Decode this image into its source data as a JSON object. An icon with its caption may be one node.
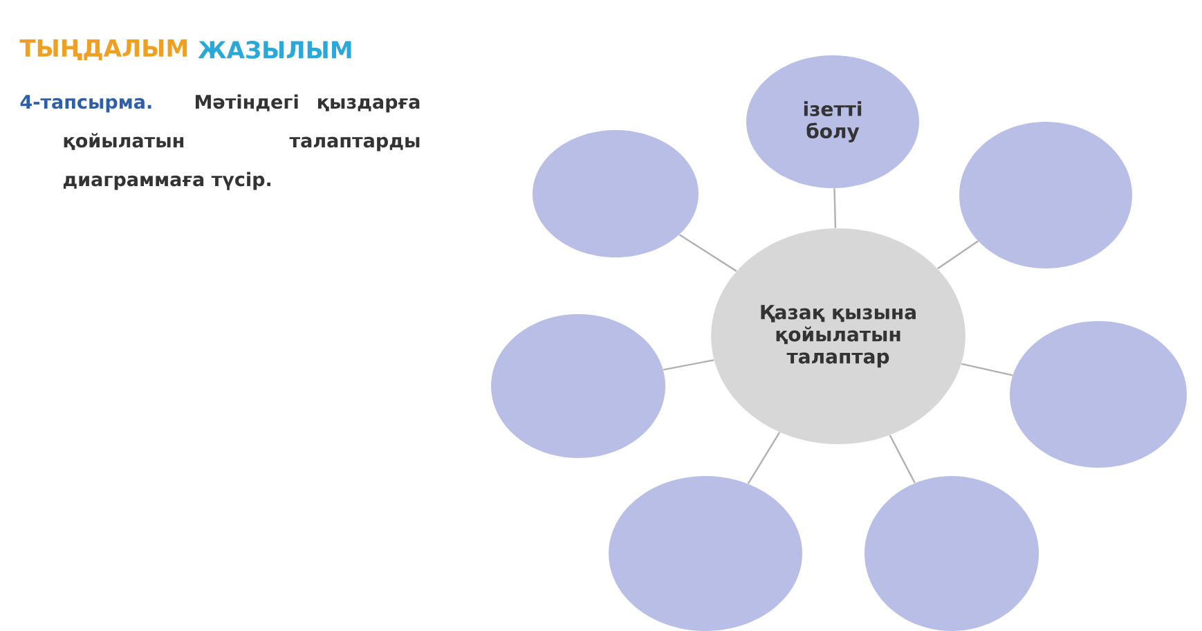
{
  "diagram": {
    "nodes": [
      {
        "text": [
          "ізетті болу"
        ]
      },
      {
        "text": [],
        "shape": "circle"
      },
      {
        "text": [],
        "shape": "circle"
      },
      {
        "text": [
          "Қазақ қызына қойылатын талаптар"
        ]
      },
      {
        "text": [],
        "shape": "circle"
      },
      {
        "text": [],
        "shape": "circle"
      },
      {
        "text": [],
        "shape": "circle"
      },
      {
        "text": [],
        "shape": "circle"
      }
    ],
    "edges": [
      {
        "from": 3,
        "to": 0,
        "arrow": "none"
      },
      {
        "from": 3,
        "to": 1,
        "arrow": "none"
      },
      {
        "from": 3,
        "to": 2,
        "arrow": "none"
      },
      {
        "from": 3,
        "to": 4,
        "arrow": "none"
      },
      {
        "from": 3,
        "to": 5,
        "arrow": "none"
      },
      {
        "from": 3,
        "to": 6,
        "arrow": "none"
      },
      {
        "from": 3,
        "to": 7,
        "arrow": "none"
      }
    ],
    "labels": [
      "ТЫҢДАЛЫМ",
      "ЖАЗЫЛЫМ",
      "4-тапсырма.",
      "Мәтіндегі қыздарға қойылатын талаптарды диаграммаға түсір."
    ]
  }
}
